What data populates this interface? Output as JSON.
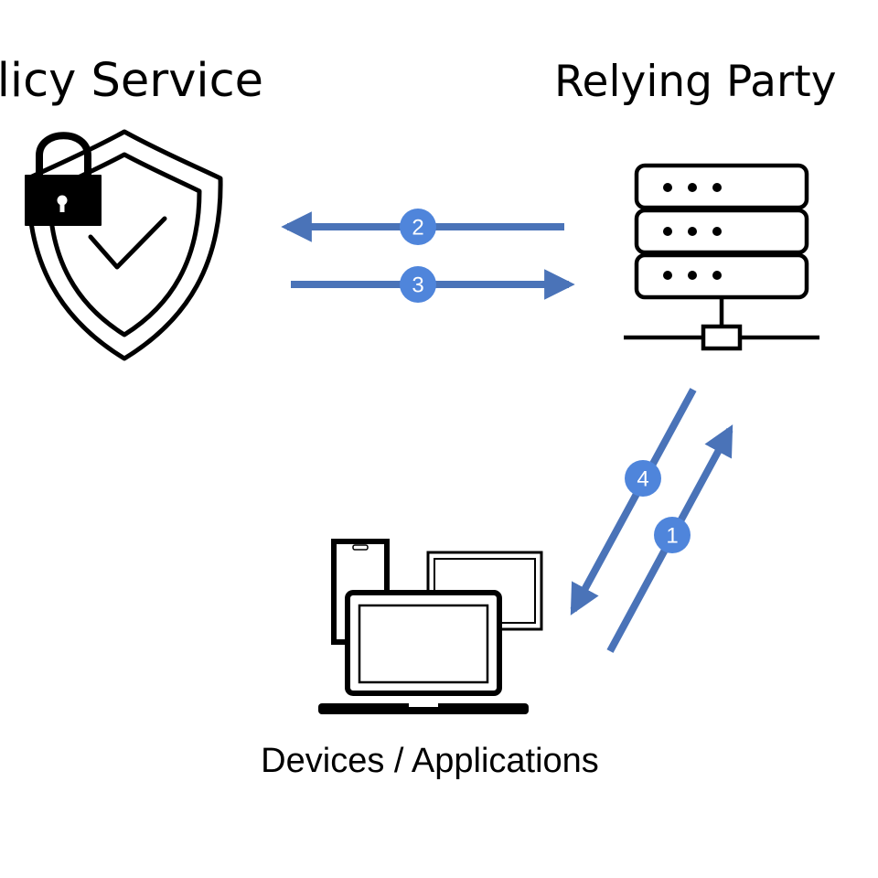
{
  "nodes": {
    "policy_service": {
      "label": "olicy Service",
      "icon": "shield-lock-icon"
    },
    "relying_party": {
      "label": "Relying Party",
      "icon": "server-rack-icon"
    },
    "devices": {
      "label": "Devices / Applications",
      "icon": "devices-icon"
    }
  },
  "steps": [
    {
      "number": "2",
      "from": "relying_party",
      "to": "policy_service"
    },
    {
      "number": "3",
      "from": "policy_service",
      "to": "relying_party"
    },
    {
      "number": "4",
      "from": "relying_party",
      "to": "devices"
    },
    {
      "number": "1",
      "from": "devices",
      "to": "relying_party"
    }
  ],
  "colors": {
    "arrow": "#4a73b8",
    "badge": "#4f85db",
    "icon_stroke": "#000000",
    "background": "#ffffff"
  }
}
